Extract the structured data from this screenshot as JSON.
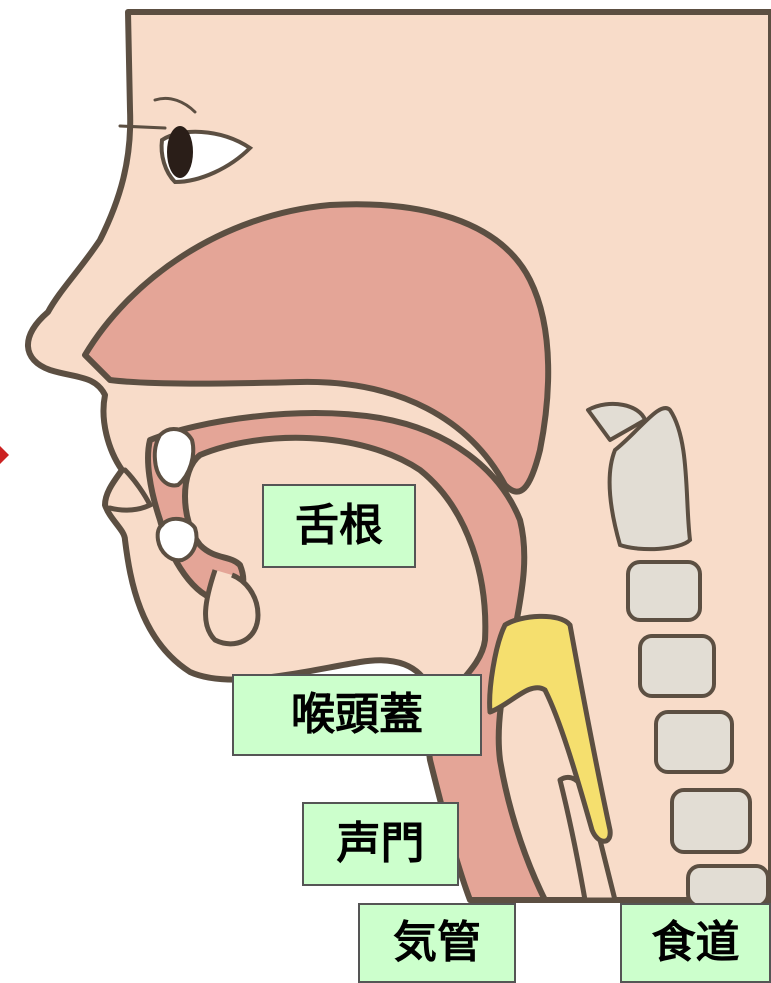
{
  "labels": {
    "tongue_root": "舌根",
    "epiglottis": "喉頭蓋",
    "glottis": "声門",
    "trachea": "気管",
    "esophagus": "食道"
  },
  "colors": {
    "skin": "#f8dcc9",
    "tissue": "#e4a597",
    "outline": "#5c4f42",
    "epiglottis": "#f5df6e",
    "bone": "#e2ddd4",
    "label_bg": "#ccffcc",
    "arrow": "#cc2222"
  }
}
